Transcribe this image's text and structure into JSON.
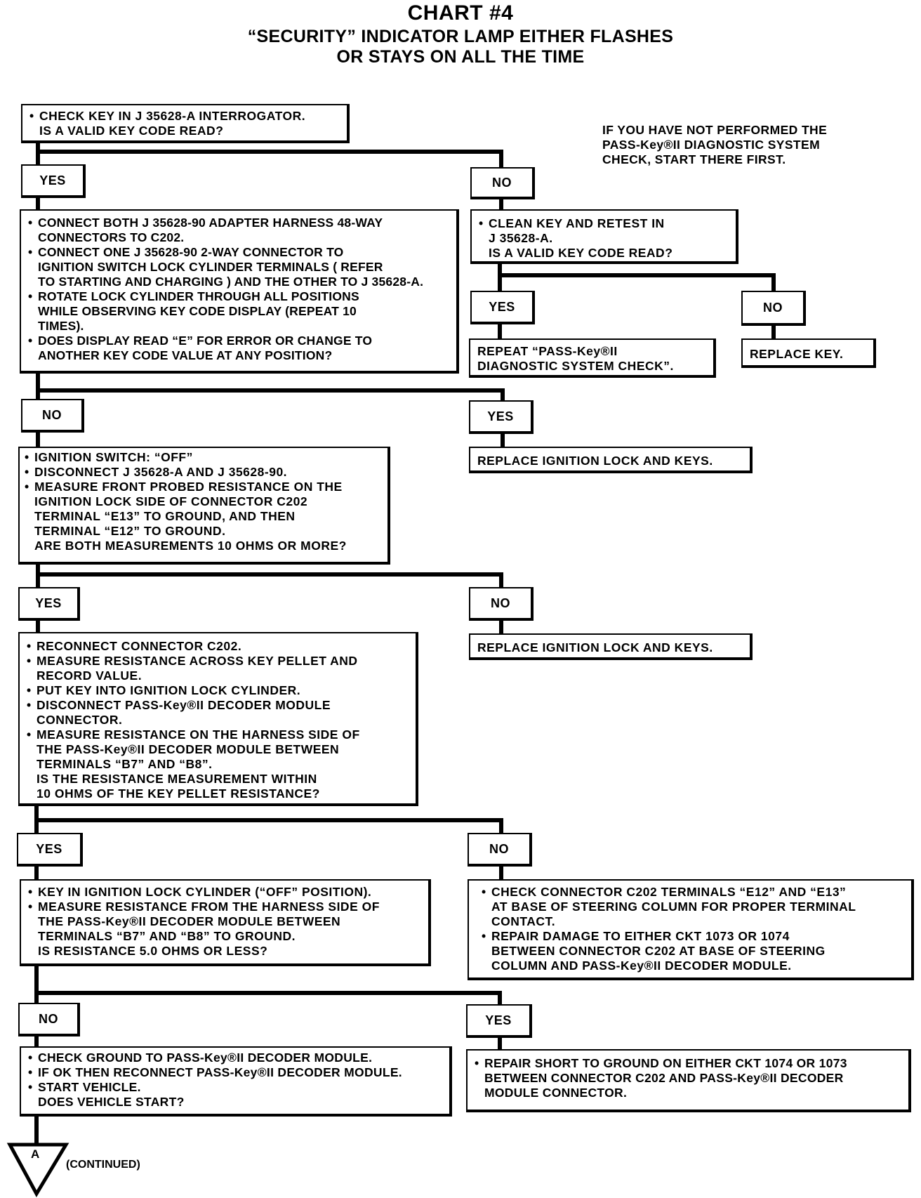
{
  "title": {
    "line1": "CHART #4",
    "line2": "“SECURITY” INDICATOR LAMP EITHER FLASHES",
    "line3": "OR STAYS ON ALL THE TIME"
  },
  "note": "IF YOU HAVE NOT PERFORMED THE\nPASS-Key®II DIAGNOSTIC SYSTEM\nCHECK, START THERE FIRST.",
  "steps": {
    "s1": {
      "items": [
        "CHECK KEY IN J 35628-A INTERROGATOR."
      ],
      "question": "IS A VALID KEY CODE READ?"
    },
    "s2": {
      "items": [
        "CONNECT BOTH J 35628-90 ADAPTER HARNESS 48-WAY\nCONNECTORS TO C202.",
        "CONNECT ONE J 35628-90 2-WAY CONNECTOR TO\nIGNITION SWITCH LOCK CYLINDER TERMINALS ( REFER\nTO STARTING AND CHARGING ) AND THE OTHER TO J 35628-A.",
        "ROTATE LOCK CYLINDER THROUGH ALL POSITIONS\nWHILE OBSERVING KEY CODE DISPLAY (REPEAT 10\nTIMES).",
        "DOES DISPLAY READ “E” FOR ERROR OR CHANGE TO\nANOTHER KEY CODE VALUE AT ANY POSITION?"
      ]
    },
    "s3": {
      "items": [
        "CLEAN KEY AND RETEST IN\nJ 35628-A."
      ],
      "question": "IS A VALID KEY CODE READ?"
    },
    "s4": {
      "text": "REPEAT “PASS-Key®II\nDIAGNOSTIC SYSTEM CHECK”."
    },
    "s5": {
      "text": "REPLACE KEY."
    },
    "s6": {
      "items": [
        "IGNITION SWITCH: “OFF”",
        "DISCONNECT J 35628-A AND J 35628-90.",
        "MEASURE FRONT PROBED RESISTANCE ON THE\nIGNITION LOCK SIDE OF CONNECTOR C202\nTERMINAL “E13” TO GROUND, AND THEN\nTERMINAL “E12” TO GROUND."
      ],
      "question": "ARE BOTH MEASUREMENTS 10 OHMS OR MORE?"
    },
    "s7": {
      "text": "REPLACE IGNITION LOCK AND KEYS."
    },
    "s8": {
      "items": [
        "RECONNECT CONNECTOR C202.",
        "MEASURE RESISTANCE ACROSS KEY PELLET AND\nRECORD VALUE.",
        "PUT KEY INTO IGNITION LOCK CYLINDER.",
        "DISCONNECT PASS-Key®II DECODER MODULE\nCONNECTOR.",
        "MEASURE RESISTANCE ON THE HARNESS SIDE OF\nTHE PASS-Key®II DECODER MODULE BETWEEN\nTERMINALS “B7” AND “B8”."
      ],
      "question": "IS THE RESISTANCE MEASUREMENT WITHIN\n10 OHMS OF THE KEY PELLET RESISTANCE?"
    },
    "s9": {
      "text": "REPLACE IGNITION LOCK AND KEYS."
    },
    "s10": {
      "items": [
        "KEY IN IGNITION LOCK CYLINDER (“OFF” POSITION).",
        "MEASURE RESISTANCE FROM THE HARNESS SIDE OF\nTHE PASS-Key®II DECODER MODULE BETWEEN\nTERMINALS “B7” AND “B8” TO GROUND."
      ],
      "question": "IS RESISTANCE 5.0 OHMS OR LESS?"
    },
    "s11": {
      "items": [
        "CHECK CONNECTOR C202 TERMINALS “E12” AND “E13”\nAT BASE OF STEERING COLUMN FOR PROPER TERMINAL\nCONTACT.",
        "REPAIR DAMAGE TO EITHER CKT 1073 OR 1074\nBETWEEN CONNECTOR C202 AT BASE OF STEERING\nCOLUMN AND PASS-Key®II DECODER MODULE."
      ]
    },
    "s12": {
      "items": [
        "CHECK GROUND TO PASS-Key®II DECODER MODULE.",
        "IF OK THEN RECONNECT PASS-Key®II DECODER MODULE.",
        "START VEHICLE."
      ],
      "question": "DOES VEHICLE START?"
    },
    "s13": {
      "items": [
        "REPAIR SHORT TO GROUND ON EITHER CKT 1074 OR 1073\nBETWEEN CONNECTOR C202 AND PASS-Key®II DECODER\nMODULE CONNECTOR."
      ]
    }
  },
  "labels": {
    "yes": "YES",
    "no": "NO"
  },
  "connector": {
    "letter": "A",
    "text": "(CONTINUED)"
  }
}
